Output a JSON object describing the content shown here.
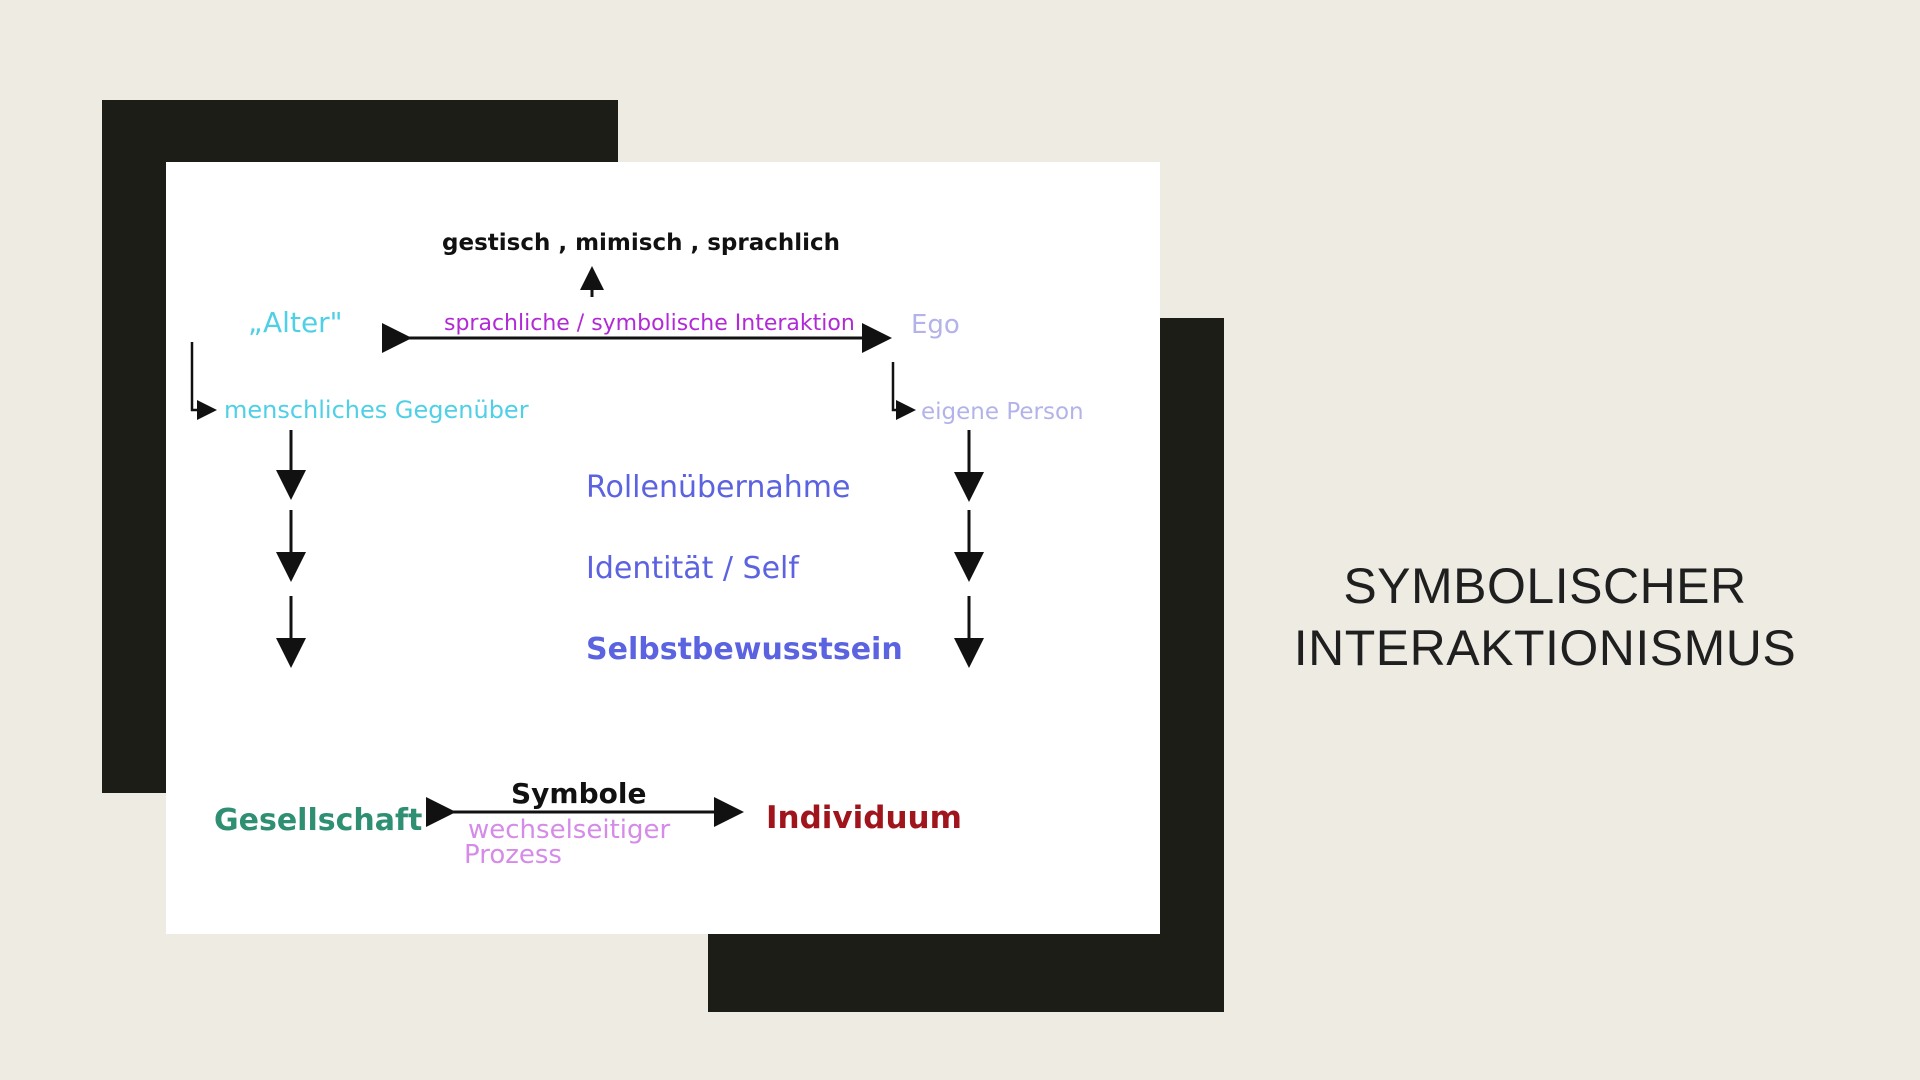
{
  "slide": {
    "title_line1": "SYMBOLISCHER",
    "title_line2": "INTERAKTIONISMUS"
  },
  "diagram": {
    "top_note": "gestisch , mimisch , sprachlich",
    "alter": "„Alter\"",
    "interaction": "sprachliche / symbolische Interaktion",
    "ego": "Ego",
    "alter_sub": "menschliches Gegenüber",
    "ego_sub": "eigene Person",
    "step1": "Rollenübernahme",
    "step2": "Identität / Self",
    "step3": "Selbstbewusstsein",
    "society": "Gesellschaft",
    "symbols": "Symbole",
    "individual": "Individuum",
    "process_line1": "wechselseitiger",
    "process_line2": "Prozess"
  },
  "colors": {
    "background": "#eeebe3",
    "dark_block": "#1c1d17",
    "alter_cyan": "#4fd0e6",
    "interaction_purple": "#b22ad6",
    "ego_lavender": "#b3b3ea",
    "steps_blue": "#5b63e0",
    "society_green": "#2f8f72",
    "individual_red": "#a0141c",
    "process_violet": "#d58be8"
  }
}
